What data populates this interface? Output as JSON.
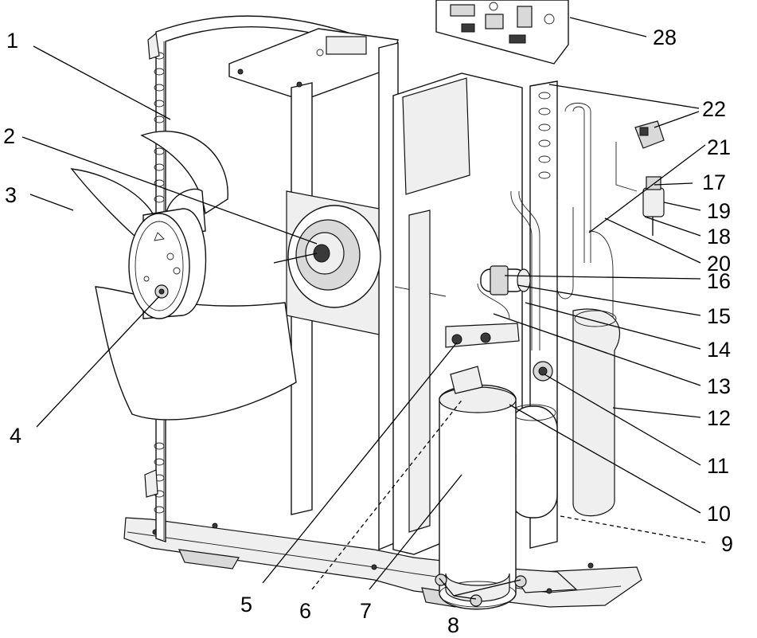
{
  "callouts": [
    {
      "id": "1",
      "text": "1"
    },
    {
      "id": "2",
      "text": "2"
    },
    {
      "id": "3",
      "text": "3"
    },
    {
      "id": "4",
      "text": "4"
    },
    {
      "id": "5",
      "text": "5"
    },
    {
      "id": "6",
      "text": "6"
    },
    {
      "id": "7",
      "text": "7"
    },
    {
      "id": "8",
      "text": "8"
    },
    {
      "id": "9",
      "text": "9"
    },
    {
      "id": "10",
      "text": "10"
    },
    {
      "id": "11",
      "text": "11"
    },
    {
      "id": "12",
      "text": "12"
    },
    {
      "id": "13",
      "text": "13"
    },
    {
      "id": "14",
      "text": "14"
    },
    {
      "id": "15",
      "text": "15"
    },
    {
      "id": "16",
      "text": "16"
    },
    {
      "id": "17",
      "text": "17"
    },
    {
      "id": "18",
      "text": "18"
    },
    {
      "id": "19",
      "text": "19"
    },
    {
      "id": "20",
      "text": "20"
    },
    {
      "id": "21",
      "text": "21"
    },
    {
      "id": "22",
      "text": "22"
    },
    {
      "id": "28",
      "text": "28"
    }
  ]
}
